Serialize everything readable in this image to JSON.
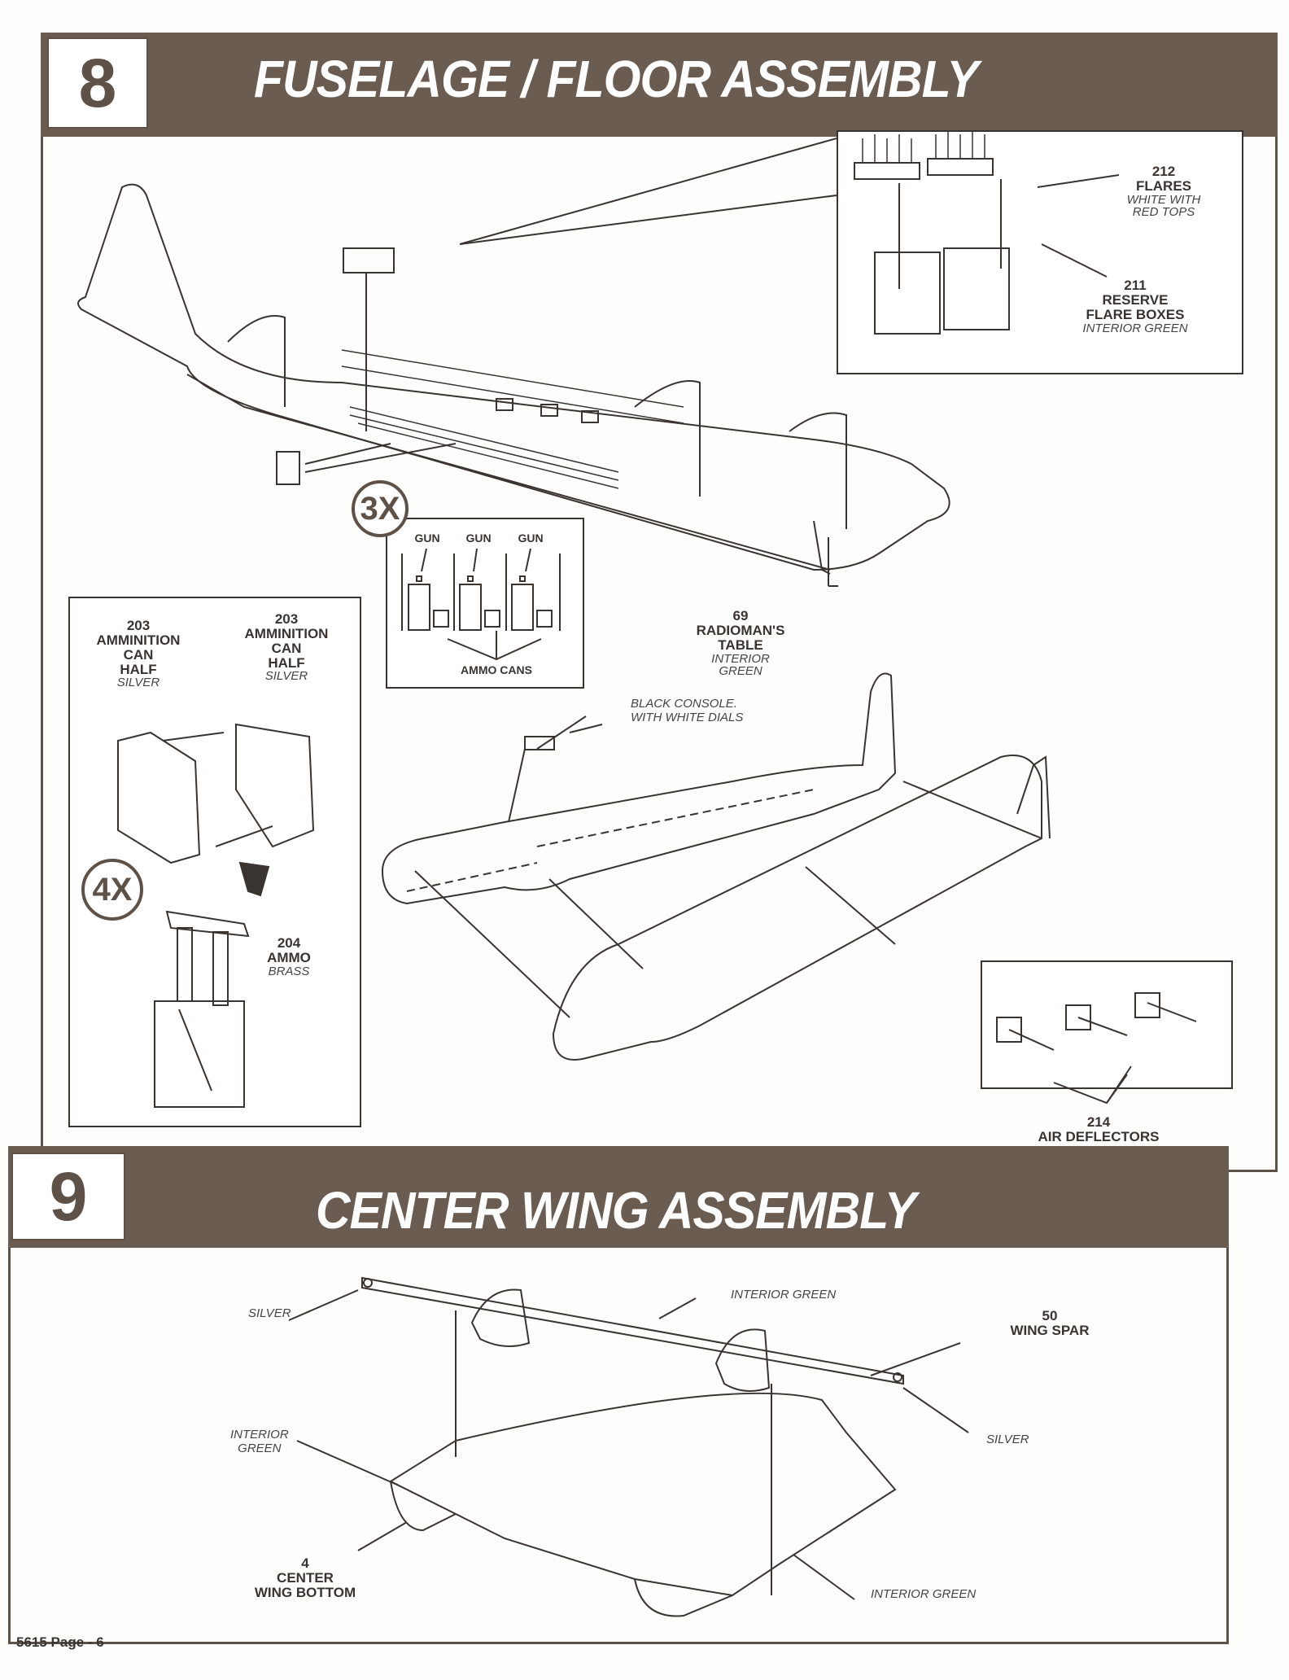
{
  "step8": {
    "number": "8",
    "title": "FUSELAGE / FLOOR ASSEMBLY",
    "callouts": {
      "flares": {
        "part": "212",
        "name": "FLARES",
        "paint": "WHITE WITH RED TOPS"
      },
      "flare_boxes": {
        "part": "211",
        "name_line1": "RESERVE",
        "name_line2": "FLARE BOXES",
        "paint": "INTERIOR GREEN"
      },
      "ammo_can_half_left": {
        "part": "203",
        "name_line1": "AMMINITION",
        "name_line2": "CAN",
        "name_line3": "HALF",
        "paint": "SILVER"
      },
      "ammo_can_half_right": {
        "part": "203",
        "name_line1": "AMMINITION",
        "name_line2": "CAN",
        "name_line3": "HALF",
        "paint": "SILVER"
      },
      "ammo": {
        "part": "204",
        "name": "AMMO",
        "paint": "BRASS"
      },
      "radioman_table": {
        "part": "69",
        "name_line1": "RADIOMAN'S",
        "name_line2": "TABLE",
        "paint": "INTERIOR GREEN"
      },
      "console_note": {
        "line1": "BLACK CONSOLE.",
        "line2": "WITH WHITE DIALS"
      },
      "air_deflectors": {
        "part": "214",
        "name": "AIR DEFLECTORS"
      }
    },
    "multiplier_guns": "3X",
    "multiplier_ammo": "4X",
    "gun_layout": {
      "gun_labels": [
        "GUN",
        "GUN",
        "GUN"
      ],
      "caption": "AMMO CANS"
    }
  },
  "step9": {
    "number": "9",
    "title": "CENTER WING ASSEMBLY",
    "callouts": {
      "silver_left": "SILVER",
      "interior_green_top": "INTERIOR GREEN",
      "wing_spar": {
        "part": "50",
        "name": "WING SPAR"
      },
      "silver_right": "SILVER",
      "interior_green_left": {
        "line1": "INTERIOR",
        "line2": "GREEN"
      },
      "center_wing_bottom": {
        "part": "4",
        "name_line1": "CENTER",
        "name_line2": "WING BOTTOM"
      },
      "interior_green_bottom": "INTERIOR GREEN"
    }
  },
  "footer": {
    "page_label": "5615 Page - 6"
  },
  "colors": {
    "banner": "#6b5c52",
    "ink": "#3a3430",
    "paper": "#fdfdfb"
  }
}
